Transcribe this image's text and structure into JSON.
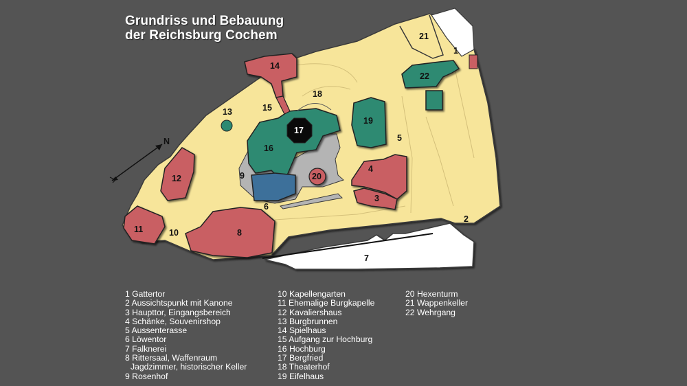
{
  "title": {
    "line1": "Grundriss und Bebauung",
    "line2": "der Reichsburg Cochem"
  },
  "compass": {
    "label": "N"
  },
  "map_labels": {
    "n1": "1",
    "n2": "2",
    "n3": "3",
    "n4": "4",
    "n5": "5",
    "n6": "6",
    "n7": "7",
    "n8": "8",
    "n9": "9",
    "n10": "10",
    "n11": "11",
    "n12": "12",
    "n13": "13",
    "n14": "14",
    "n15": "15",
    "n16": "16",
    "n17": "17",
    "n18": "18",
    "n19": "19",
    "n20": "20",
    "n21": "21",
    "n22": "22"
  },
  "legend": {
    "col1": [
      "1 Gattertor",
      "2 Aussichtspunkt mit Kanone",
      "3 Haupttor, Eingangsbereich",
      "4 Schänke, Souvenirshop",
      "5 Aussenterasse",
      "6 Löwentor",
      "7 Falknerei",
      "8 Rittersaal, Waffenraum",
      "Jagdzimmer, historischer Keller",
      "9 Rosenhof"
    ],
    "col2": [
      "10 Kapellengarten",
      "11 Ehemalige Burgkapelle",
      "12 Kavaliershaus",
      "13 Burgbrunnen",
      "14 Spielhaus",
      "15 Aufgang zur Hochburg",
      "16 Hochburg",
      "17 Bergfried",
      "18 Theaterhof",
      "19 Eifelhaus"
    ],
    "col3": [
      "20 Hexenturm",
      "21 Wappenkeller",
      "22 Wehrgang"
    ]
  },
  "colors": {
    "background": "#545454",
    "courtyard": "#f7e59a",
    "building_red": "#c95f63",
    "building_green": "#2d8a72",
    "building_blue": "#3d6f9a",
    "paving_gray": "#b4b4b4",
    "keep_black": "#0a0a0a",
    "falconry_white": "#ffffff",
    "text": "#ffffff"
  }
}
